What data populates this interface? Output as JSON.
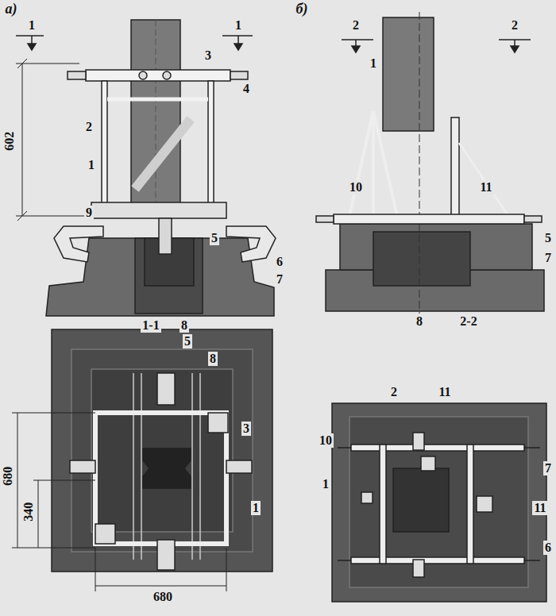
{
  "diagram": {
    "labels": [
      "а)",
      "1",
      "1",
      "3",
      "4",
      "2",
      "602",
      "1",
      "9",
      "5",
      "6",
      "7",
      "8",
      "1-1",
      "5",
      "8",
      "3",
      "1",
      "680",
      "340",
      "680",
      "б)",
      "2",
      "2",
      "1",
      "10",
      "11",
      "5",
      "7",
      "8",
      "2-2",
      "2",
      "11",
      "10",
      "11",
      "1",
      "7",
      "6"
    ]
  }
}
